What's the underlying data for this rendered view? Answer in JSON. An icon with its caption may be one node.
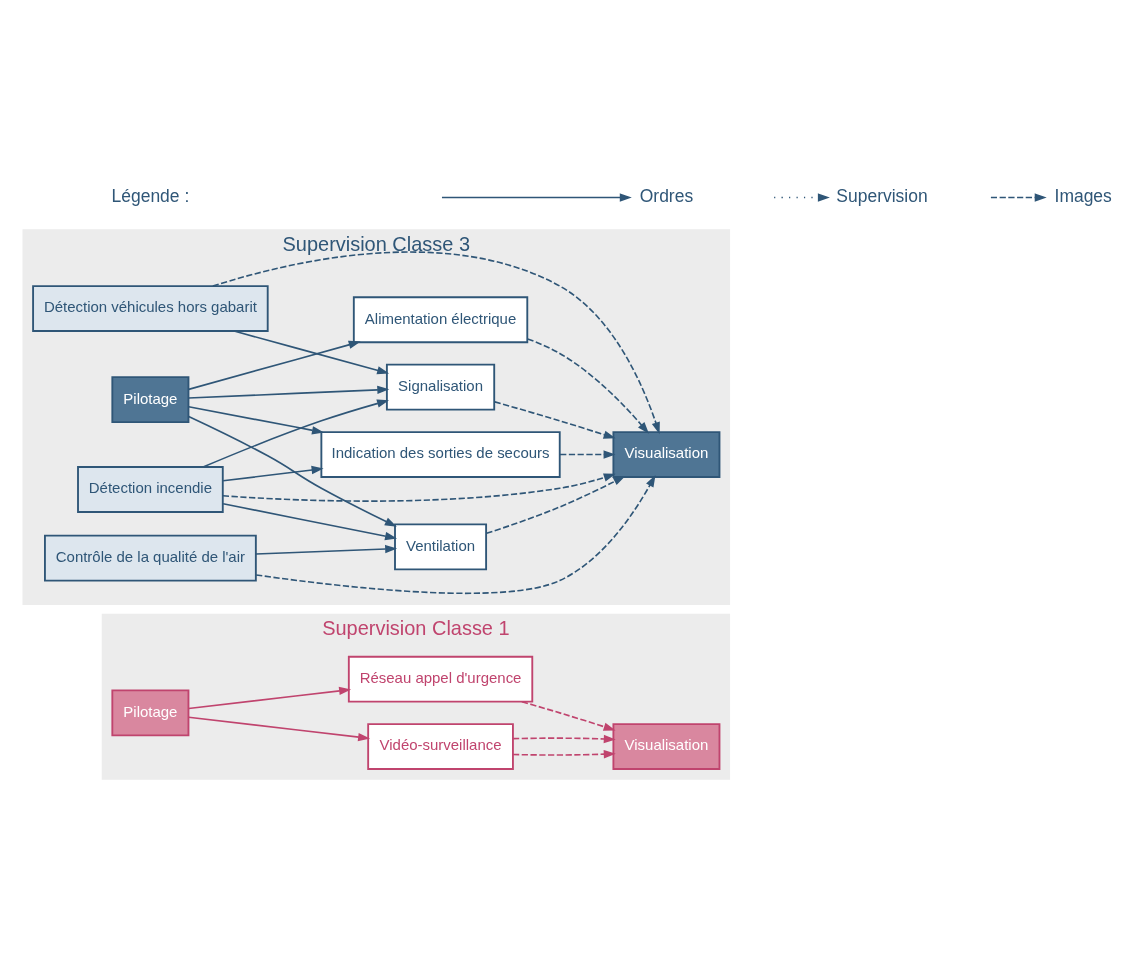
{
  "diagram": {
    "nodes": [
      {
        "text": [
          "Supervision Classe 1"
        ]
      },
      {
        "text": [
          "Pilotage"
        ],
        "in": 0
      },
      {
        "text": [
          "Vidéo-surveillance"
        ],
        "in": 0
      },
      {
        "text": [
          "Réseau appel d'urgence"
        ],
        "in": 0
      },
      {
        "text": [
          "Visualisation"
        ],
        "in": 0
      },
      {
        "text": [
          "Supervision Classe 3"
        ]
      },
      {
        "text": [
          "Pilotage"
        ],
        "in": 5
      },
      {
        "text": [
          "Détection véhicules hors gabarit"
        ],
        "in": 5
      },
      {
        "text": [
          "Signalisation"
        ],
        "in": 5
      },
      {
        "text": [
          "Détection incendie"
        ],
        "in": 5
      },
      {
        "text": [
          "Indication des sorties de secours"
        ],
        "in": 5
      },
      {
        "text": [
          "Ventilation"
        ],
        "in": 5
      },
      {
        "text": [
          "Contrôle de la qualité de l'air"
        ],
        "in": 5
      },
      {
        "text": [
          "Alimentation électrique"
        ],
        "in": 5
      },
      {
        "text": [
          "Visualisation"
        ],
        "in": 5
      }
    ],
    "edges": [
      {
        "from": 1,
        "to": 2,
        "arrow": "to",
        "color": "#c0446e"
      },
      {
        "from": 1,
        "to": 3,
        "arrow": "to",
        "color": "#c0446e"
      },
      {
        "from": 2,
        "to": 4,
        "arrow": "to",
        "style": "dashed",
        "color": "#c0446e"
      },
      {
        "from": 2,
        "to": 4,
        "arrow": "to",
        "style": "dashed",
        "color": "#c0446e"
      },
      {
        "from": 3,
        "to": 4,
        "arrow": "to",
        "style": "dashed",
        "color": "#c0446e"
      },
      {
        "from": 6,
        "to": 8,
        "arrow": "to"
      },
      {
        "from": 6,
        "to": 10,
        "arrow": "to"
      },
      {
        "from": 6,
        "to": 11,
        "arrow": "to"
      },
      {
        "from": 6,
        "to": 13,
        "arrow": "to"
      },
      {
        "from": 7,
        "to": 8,
        "arrow": "to"
      },
      {
        "from": 9,
        "to": 8,
        "arrow": "to"
      },
      {
        "from": 9,
        "to": 10,
        "arrow": "to"
      },
      {
        "from": 9,
        "to": 11,
        "arrow": "to"
      },
      {
        "from": 12,
        "to": 11,
        "arrow": "to"
      },
      {
        "from": 7,
        "to": 14,
        "arrow": "to",
        "style": "dashed"
      },
      {
        "from": 8,
        "to": 14,
        "arrow": "to",
        "style": "dashed"
      },
      {
        "from": 9,
        "to": 14,
        "arrow": "to",
        "style": "dashed"
      },
      {
        "from": 10,
        "to": 14,
        "arrow": "to",
        "style": "dashed"
      },
      {
        "from": 11,
        "to": 14,
        "arrow": "to",
        "style": "dashed"
      },
      {
        "from": 12,
        "to": 14,
        "arrow": "to",
        "style": "dashed"
      },
      {
        "from": 13,
        "to": 14,
        "arrow": "to",
        "style": "dashed"
      }
    ],
    "labels": [
      "Légende :"
    ],
    "legend": [
      {
        "text": "Ordres"
      },
      {
        "text": "Supervision"
      },
      {
        "text": "Images"
      }
    ]
  }
}
